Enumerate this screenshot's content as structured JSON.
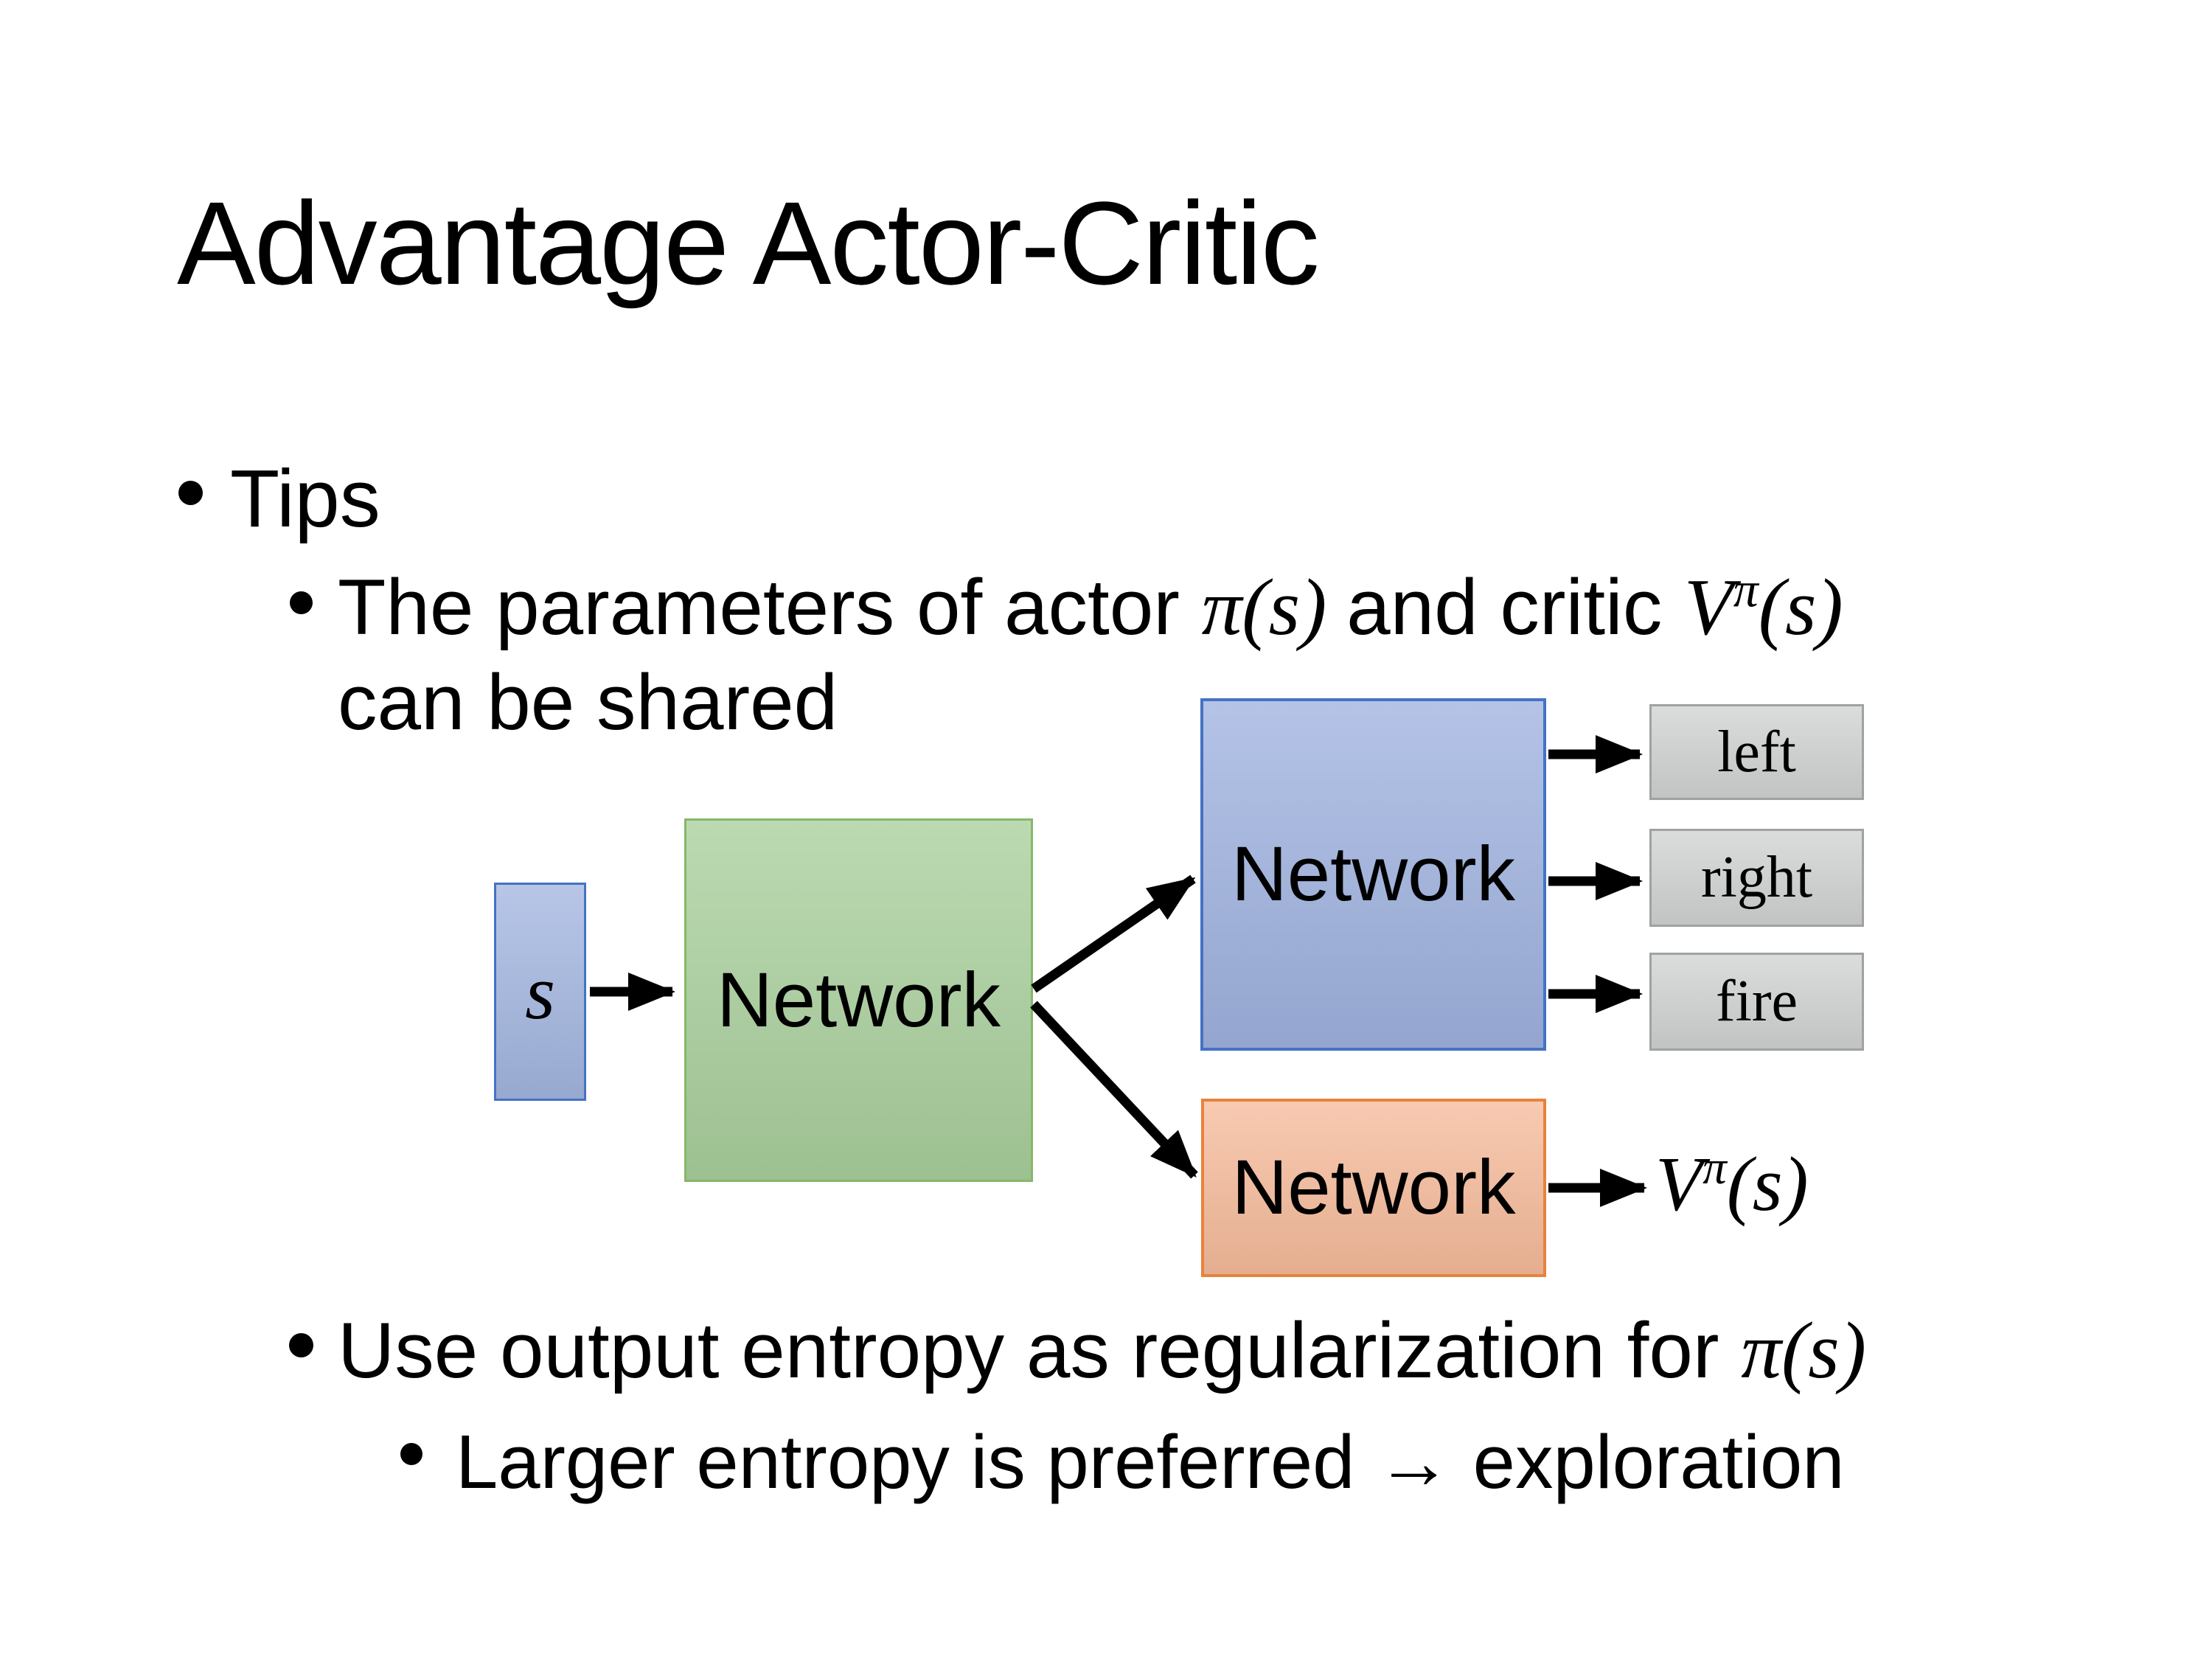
{
  "slide": {
    "title": "Advantage Actor-Critic"
  },
  "bullets": {
    "tips": "Tips",
    "parameters": {
      "pre": "The parameters of actor ",
      "actor_math": "π(s)",
      "mid": "and critic ",
      "critic_base": "V",
      "critic_sup": "π",
      "critic_args": "(s)",
      "line2": "can be shared"
    },
    "entropy": {
      "pre": "Use output entropy as regularization for ",
      "math": "π(s)"
    },
    "exploration": "Larger entropy is preferred → exploration"
  },
  "diagram": {
    "input_label": "s",
    "shared_network_label": "Network",
    "actor_network_label": "Network",
    "critic_network_label": "Network",
    "actions": [
      "left",
      "right",
      "fire"
    ],
    "critic_output": {
      "base": "V",
      "sup": "π",
      "args": "(s)"
    },
    "colors": {
      "input_fill": "#a3b6e0",
      "input_border": "#4472c4",
      "shared_fill": "#a9cf9c",
      "shared_border": "#86b868",
      "actor_fill": "#9fb2df",
      "actor_border": "#4472c4",
      "critic_fill": "#f6bb9b",
      "critic_border": "#e8823d",
      "action_fill": "#d0d3d2",
      "action_border": "#9fa2a1",
      "arrow": "#000000",
      "text": "#000000",
      "background": "#ffffff"
    }
  }
}
